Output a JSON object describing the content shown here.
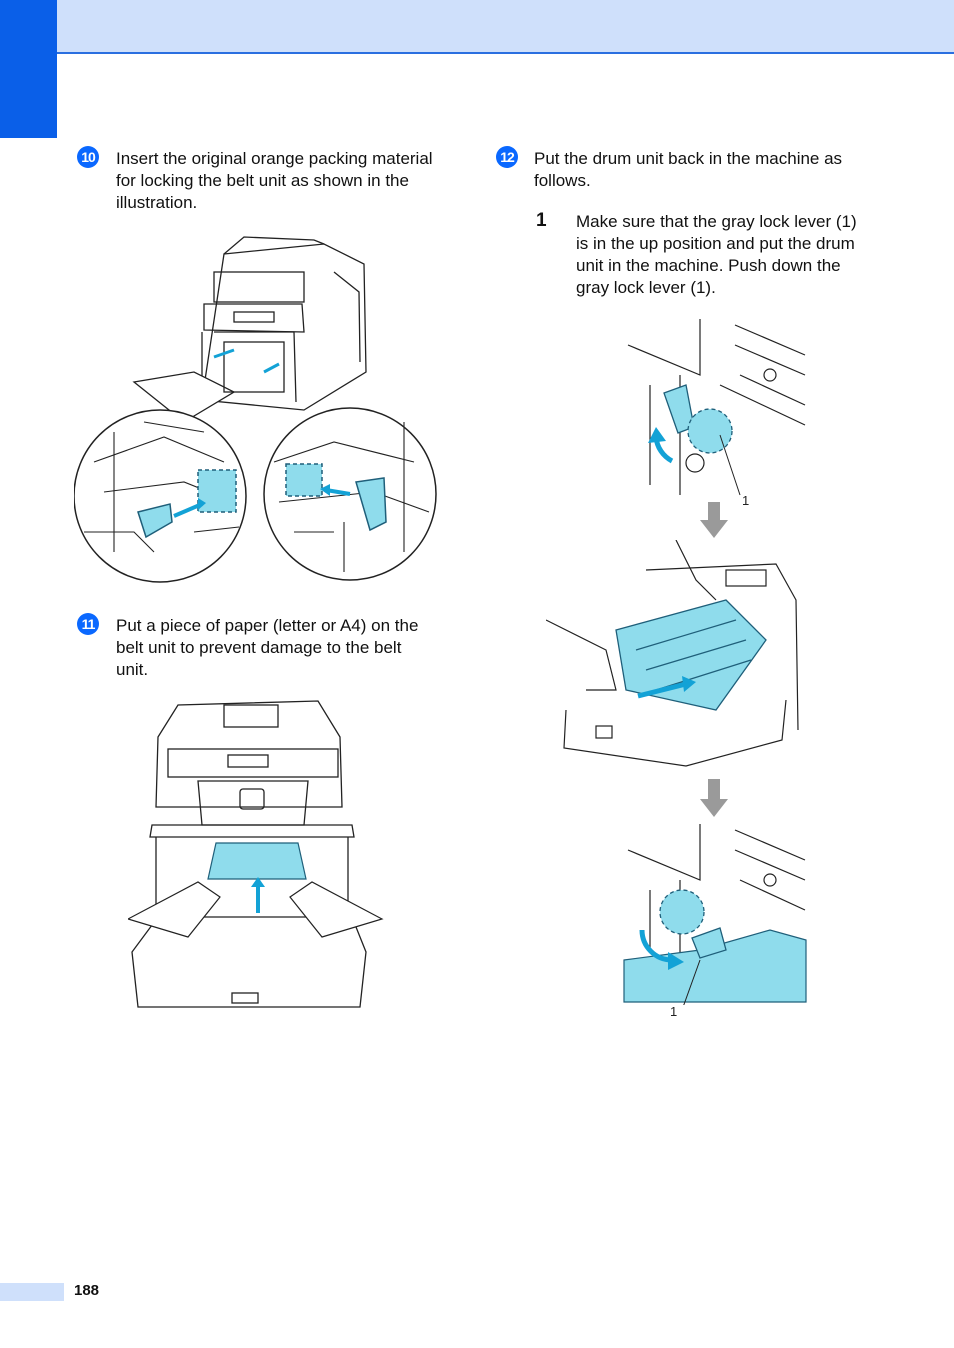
{
  "steps": {
    "s10": {
      "badge": "10",
      "text": "Insert the original orange packing material for locking the belt unit as shown in the illustration."
    },
    "s11": {
      "badge": "11",
      "text": "Put a piece of paper (letter or A4) on the belt unit to prevent damage to the belt unit."
    },
    "s12": {
      "badge": "12",
      "text": "Put the drum unit back in the machine as follows."
    }
  },
  "substep": {
    "number": "1",
    "text": "Make sure that the gray lock lever (1) is in the up position and put the drum unit in the machine. Push down the gray lock lever (1)."
  },
  "callouts": {
    "top": "1",
    "bottom": "1"
  },
  "footer": {
    "page_number": "188"
  },
  "colors": {
    "accent": "#0a5fe8",
    "header_band": "#cfe0fb",
    "part_highlight": "#8fdcec"
  }
}
